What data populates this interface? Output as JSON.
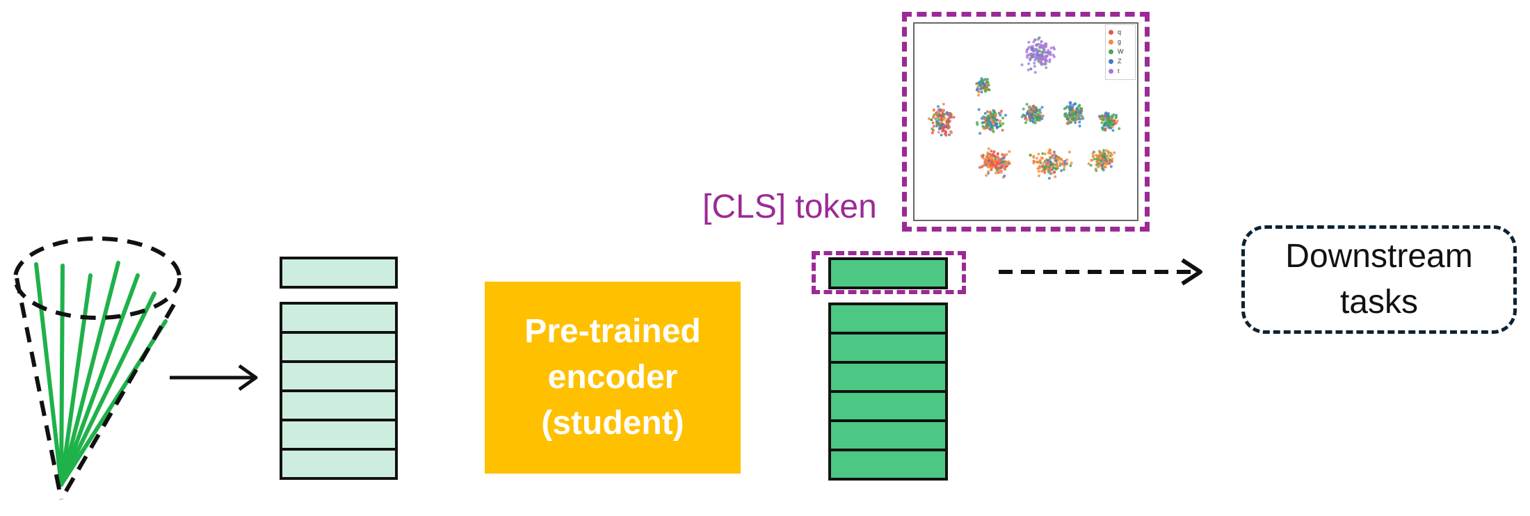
{
  "encoder": {
    "line1": "Pre-trained",
    "line2": "encoder",
    "line3": "(student)"
  },
  "cls_label": "[CLS] token",
  "downstream": {
    "line1": "Downstream",
    "line2": "tasks"
  },
  "tsne_legend": [
    {
      "label": "q",
      "color": "#e8554e"
    },
    {
      "label": "g",
      "color": "#f5883a"
    },
    {
      "label": "W",
      "color": "#4aa84a"
    },
    {
      "label": "Z",
      "color": "#3c7fc4"
    },
    {
      "label": "t",
      "color": "#a57ad6"
    }
  ],
  "colors": {
    "token_light": "#cdeede",
    "token_dark": "#4cc784",
    "encoder": "#ffc000",
    "accent": "#9b2a95",
    "jet_lines": "#1fb14a"
  }
}
